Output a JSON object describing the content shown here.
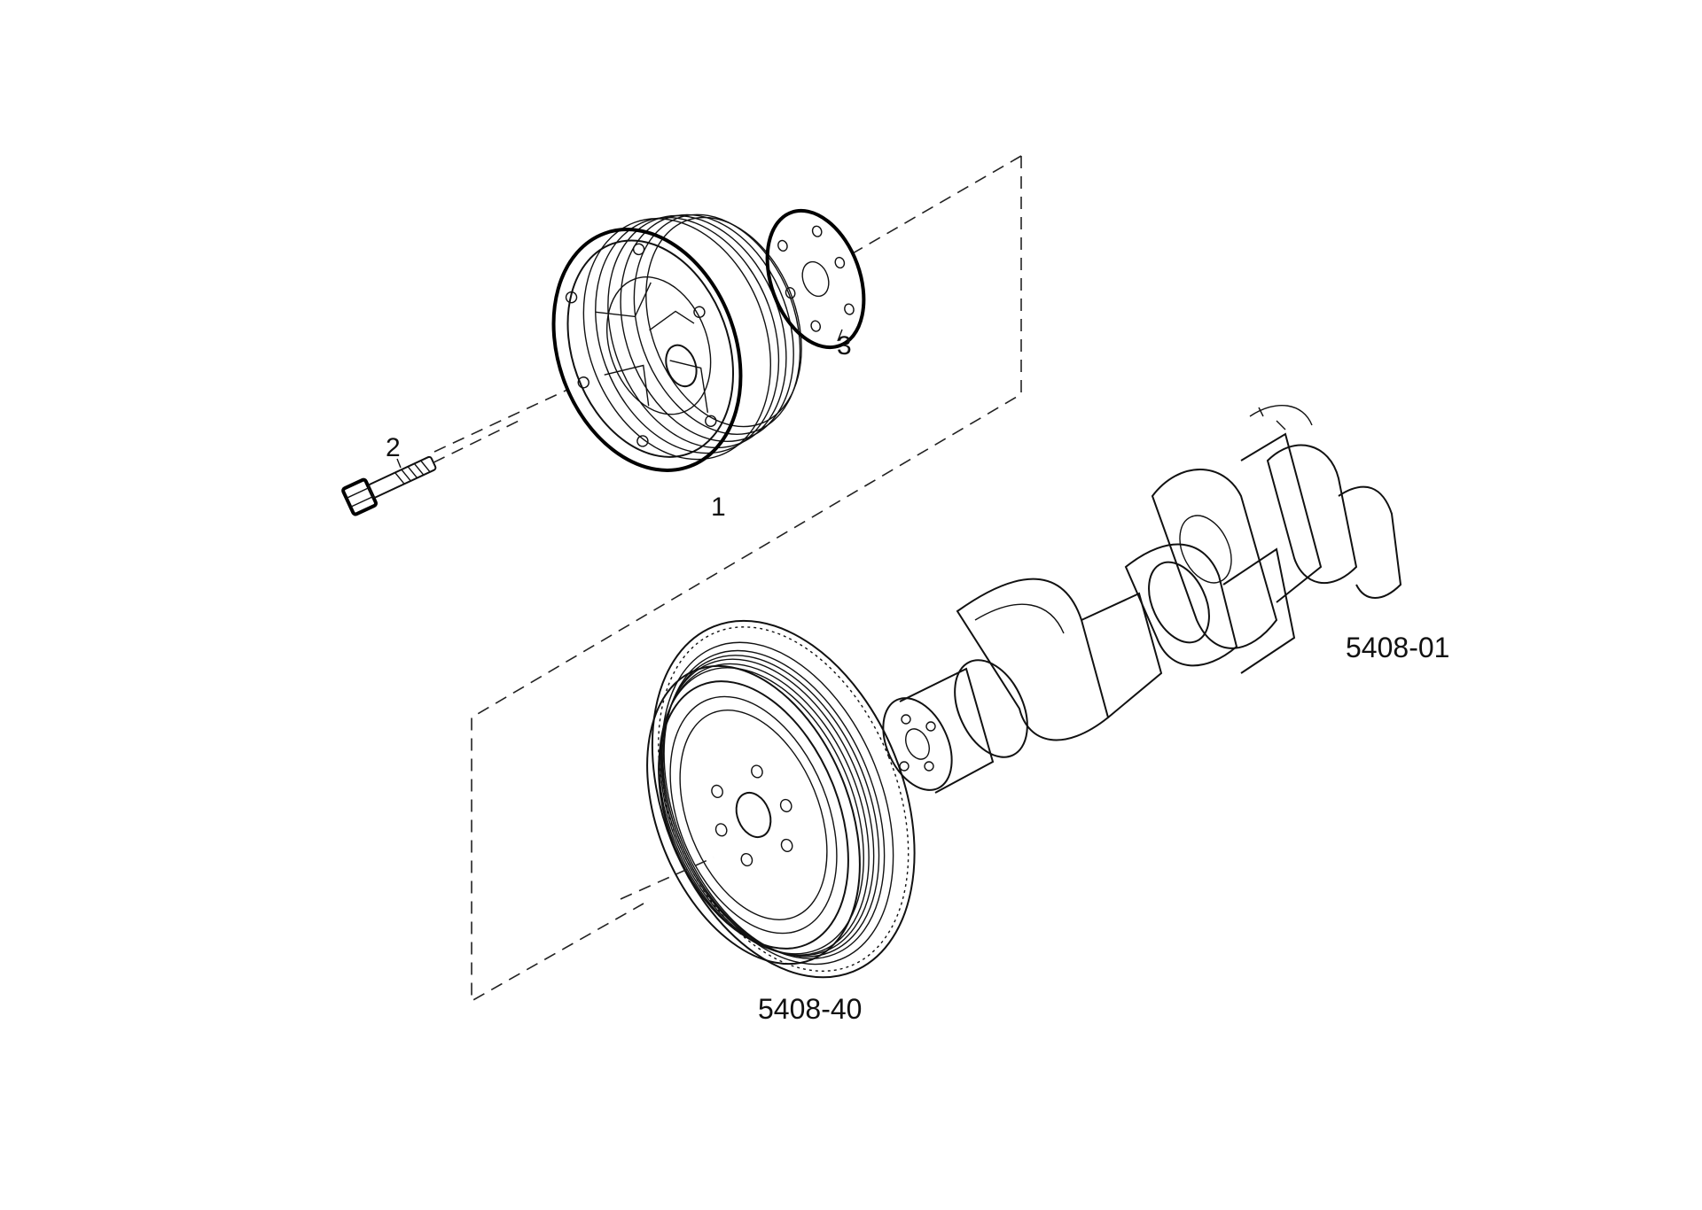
{
  "diagram": {
    "callouts": {
      "pulley": "1",
      "bolt": "2",
      "washer": "3"
    },
    "references": {
      "crankshaft": "5408-01",
      "damper": "5408-40"
    }
  }
}
